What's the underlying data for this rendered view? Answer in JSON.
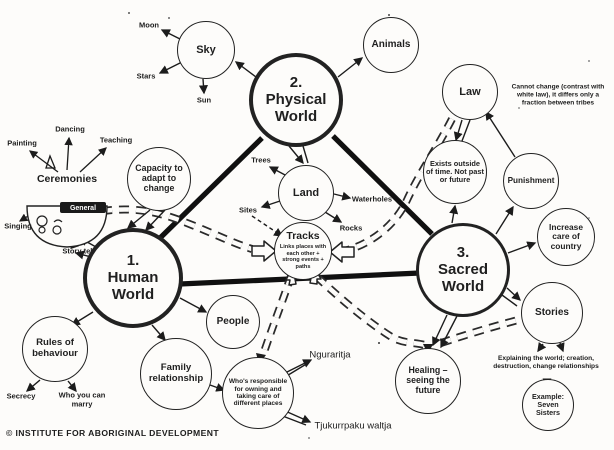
{
  "worlds": {
    "human": {
      "number": "1.",
      "name": "Human World"
    },
    "physical": {
      "number": "2.",
      "name": "Physical World"
    },
    "sacred": {
      "number": "3.",
      "name": "Sacred World"
    }
  },
  "bubbles": {
    "sky": "Sky",
    "animals": "Animals",
    "law": "Law",
    "exists": "Exists outside of time. Not past or future",
    "punishment": "Punishment",
    "increase": "Increase care of country",
    "stories": "Stories",
    "example": "Example: Seven Sisters",
    "healing": "Healing – seeing the future",
    "capacity": "Capacity to adapt to change",
    "rules": "Rules of behaviour",
    "people": "People",
    "family": "Family relationship",
    "responsible": "Who's responsible for owning and taking care of different places",
    "land": "Land"
  },
  "tracks": {
    "title": "Tracks",
    "sub": "Links places with each other + strong events + paths"
  },
  "labels": {
    "moon": "Moon",
    "stars": "Stars",
    "sun": "Sun",
    "trees": "Trees",
    "waterholes": "Waterholes",
    "sites": "Sites",
    "rocks": "Rocks",
    "ceremonies": "Ceremonies",
    "painting": "Painting",
    "dancing": "Dancing",
    "teaching": "Teaching",
    "singing": "Singing",
    "story_telling": "Story telling",
    "banner": "General",
    "secrecy": "Secrecy",
    "who_marry": "Who you can marry",
    "nguraritja": "Nguraritja",
    "tjukurrpaku": "Tjukurrpaku waltja"
  },
  "notes": {
    "law_note": "Cannot change (contrast with white law), it differs only a fraction between tribes",
    "stories_note": "Explaining the world; creation, destruction, change relationships"
  },
  "footer": {
    "credit": "© INSTITUTE FOR ABORIGINAL DEVELOPMENT"
  },
  "colors": {
    "ink": "#1c1c1c",
    "paper": "#fdfcfa"
  }
}
